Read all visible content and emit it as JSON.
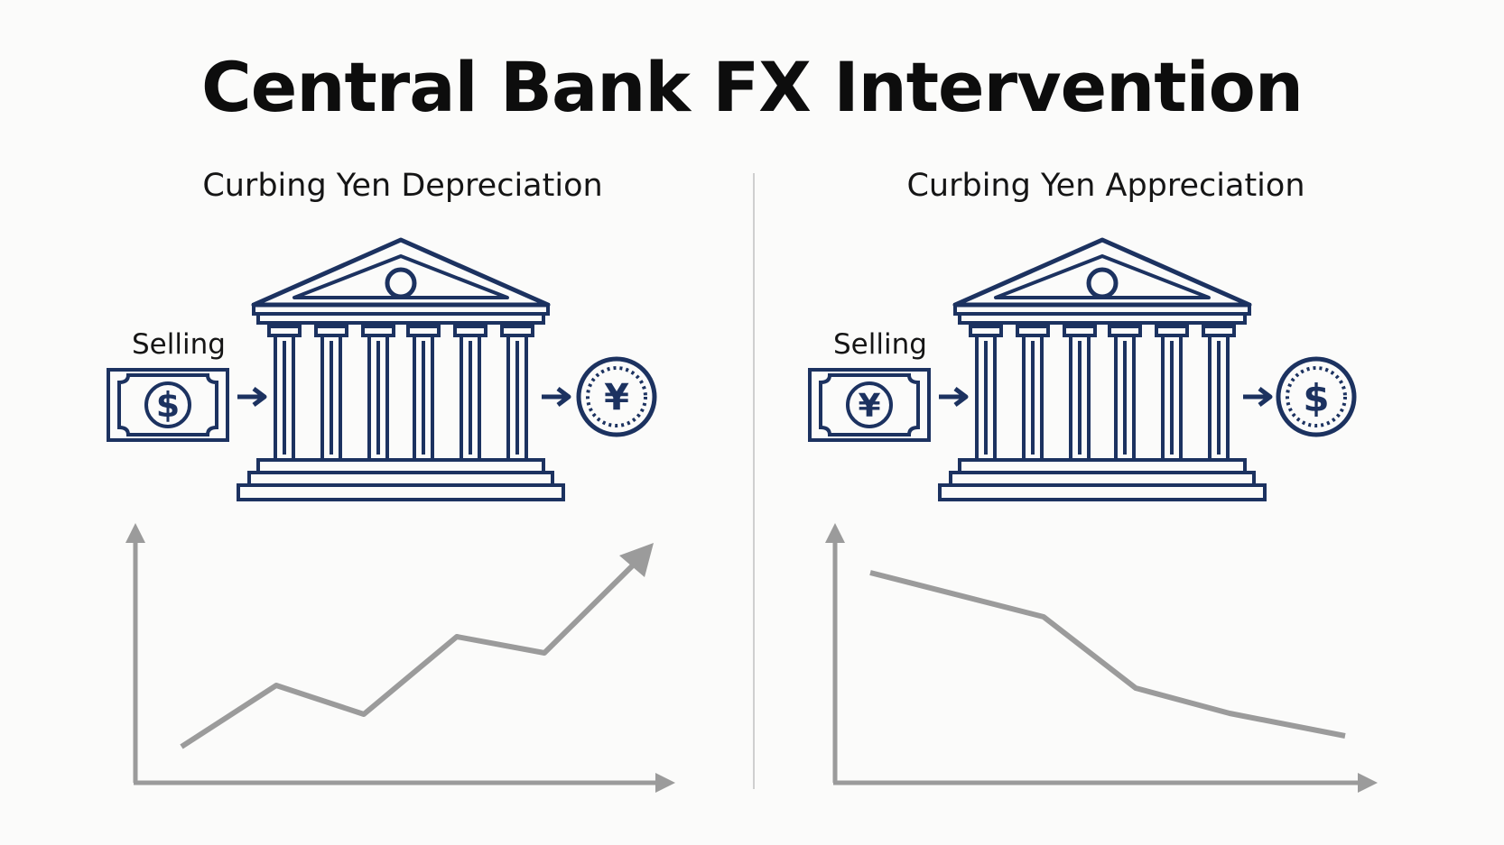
{
  "title": "Central Bank FX Intervention",
  "panels": [
    {
      "heading": "Curbing Yen Depreciation",
      "action_label": "Selling",
      "sold_currency_symbol": "$",
      "received_currency_symbol": "¥",
      "trend": "up"
    },
    {
      "heading": "Curbing Yen Appreciation",
      "action_label": "Selling",
      "sold_currency_symbol": "¥",
      "received_currency_symbol": "$",
      "trend": "down"
    }
  ],
  "colors": {
    "icon_navy": "#1c3260",
    "line_gray": "#9b9b9b",
    "axis_gray": "#9b9b9b",
    "divider": "#cfcfcf"
  }
}
